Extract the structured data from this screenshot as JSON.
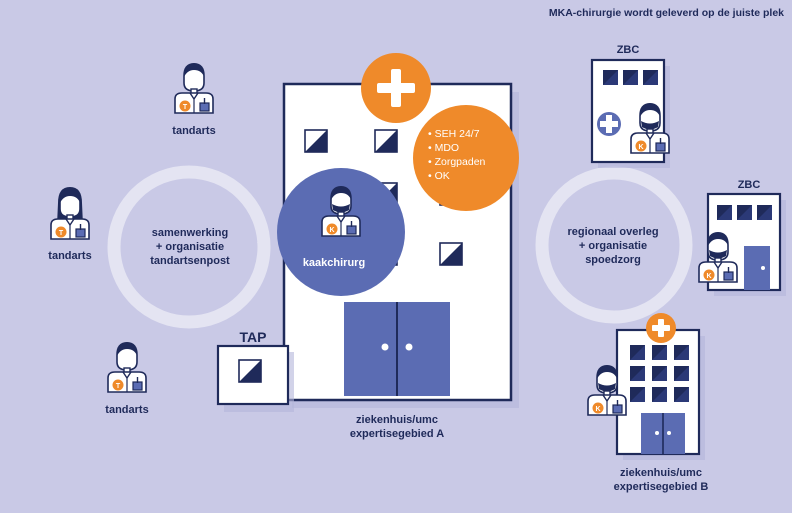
{
  "header": {
    "title": "MKA-chirurgie wordt geleverd op de juiste plek"
  },
  "colors": {
    "background": "#c9c9e6",
    "navy": "#1f2a5a",
    "blue": "#5b6cb3",
    "orange": "#ef8a2a",
    "white": "#ffffff"
  },
  "icons": {
    "hospital_cross": "plus-icon",
    "dentist_badge": "T",
    "surgeon_badge": "K"
  },
  "dentists": [
    {
      "label": "tandarts"
    },
    {
      "label": "tandarts"
    },
    {
      "label": "tandarts"
    }
  ],
  "left_cycle": {
    "lines": [
      "samenwerking",
      "+ organisatie",
      "tandartsenpost"
    ]
  },
  "right_cycle": {
    "lines": [
      "regionaal overleg",
      "+ organisatie",
      "spoedzorg"
    ]
  },
  "hospital_a": {
    "surgeon_label": "kaakchirurg",
    "caption": [
      "ziekenhuis/umc",
      "expertisegebied A"
    ],
    "services": [
      "SEH 24/7",
      "MDO",
      "Zorgpaden",
      "OK"
    ]
  },
  "tap": {
    "label": "TAP"
  },
  "zbc_top": {
    "label": "ZBC"
  },
  "zbc_mid": {
    "label": "ZBC"
  },
  "hospital_b": {
    "caption": [
      "ziekenhuis/umc",
      "expertisegebied B"
    ]
  }
}
